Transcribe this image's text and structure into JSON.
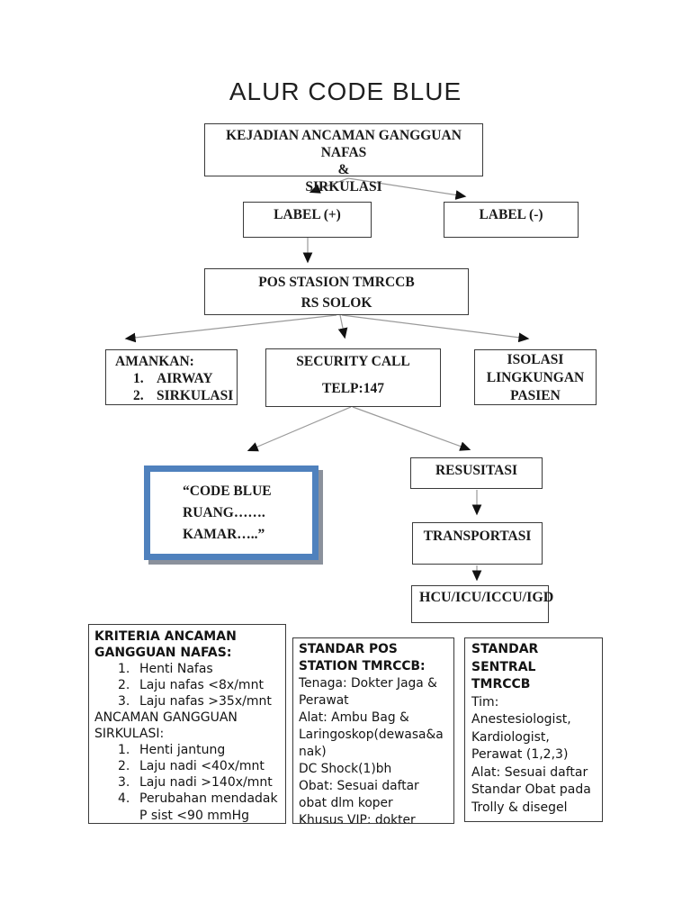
{
  "page": {
    "title": "ALUR CODE BLUE"
  },
  "colors": {
    "accent_border": "#4f81bd",
    "accent_shadow": "#8b919c",
    "line": "#9a9a9a",
    "arrowhead": "#111111"
  },
  "flowchart": {
    "kejadian": {
      "line1": "KEJADIAN ANCAMAN GANGGUAN NAFAS",
      "line2": "&",
      "line3": "SIRKULASI"
    },
    "label_plus": "LABEL (+)",
    "label_minus": "LABEL (-)",
    "pos_stasion": {
      "line1": "POS STASION TMRCCB",
      "line2": "RS SOLOK"
    },
    "amankan": {
      "title": "AMANKAN:",
      "items": [
        {
          "n": "1.",
          "t": "AIRWAY"
        },
        {
          "n": "2.",
          "t": "SIRKULASI"
        }
      ]
    },
    "security": {
      "line1": "SECURITY CALL",
      "line2": "TELP:147"
    },
    "isolasi": {
      "line1": "ISOLASI",
      "line2": "LINGKUNGAN",
      "line3": "PASIEN"
    },
    "code_blue": {
      "line1": "“CODE BLUE",
      "line2": "RUANG…….",
      "line3": "KAMAR…..”"
    },
    "resusitasi": "RESUSITASI",
    "transportasi": "TRANSPORTASI",
    "hcu": "HCU/ICU/ICCU/IGD"
  },
  "info_boxes": {
    "kriteria": {
      "title_line1": "KRITERIA ANCAMAN",
      "title_line2": "GANGGUAN NAFAS:",
      "list1": [
        {
          "n": "1.",
          "t": "Henti Nafas"
        },
        {
          "n": "2.",
          "t": "Laju nafas <8x/mnt"
        },
        {
          "n": "3.",
          "t": "Laju nafas >35x/mnt"
        }
      ],
      "mid_line1": "ANCAMAN GANGGUAN",
      "mid_line2": "SIRKULASI:",
      "list2": [
        {
          "n": "1.",
          "t": "Henti jantung"
        },
        {
          "n": "2.",
          "t": "Laju nadi <40x/mnt"
        },
        {
          "n": "3.",
          "t": "Laju nadi >140x/mnt"
        },
        {
          "n": "4.",
          "t": "Perubahan mendadak"
        }
      ],
      "cont_line": "P sist <90 mmHg"
    },
    "standar_pos": {
      "title_line1": "STANDAR POS",
      "title_line2": "STATION TMRCCB:",
      "lines": [
        "Tenaga: Dokter Jaga  &",
        "Perawat",
        "Alat: Ambu Bag &",
        "Laringoskop(dewasa&a",
        "nak)",
        "DC Shock(1)bh",
        "Obat: Sesuai daftar",
        "obat dlm koper",
        "Khusus VIP:  dokter"
      ]
    },
    "standar_sentral": {
      "title_line1": "STANDAR",
      "title_line2": "SENTRAL",
      "title_line3": "TMRCCB",
      "lines": [
        "Tim:",
        "Anestesiologist,",
        "Kardiologist,",
        "Perawat (1,2,3)",
        "Alat: Sesuai daftar",
        "Standar Obat pada",
        "Trolly & disegel"
      ]
    }
  }
}
